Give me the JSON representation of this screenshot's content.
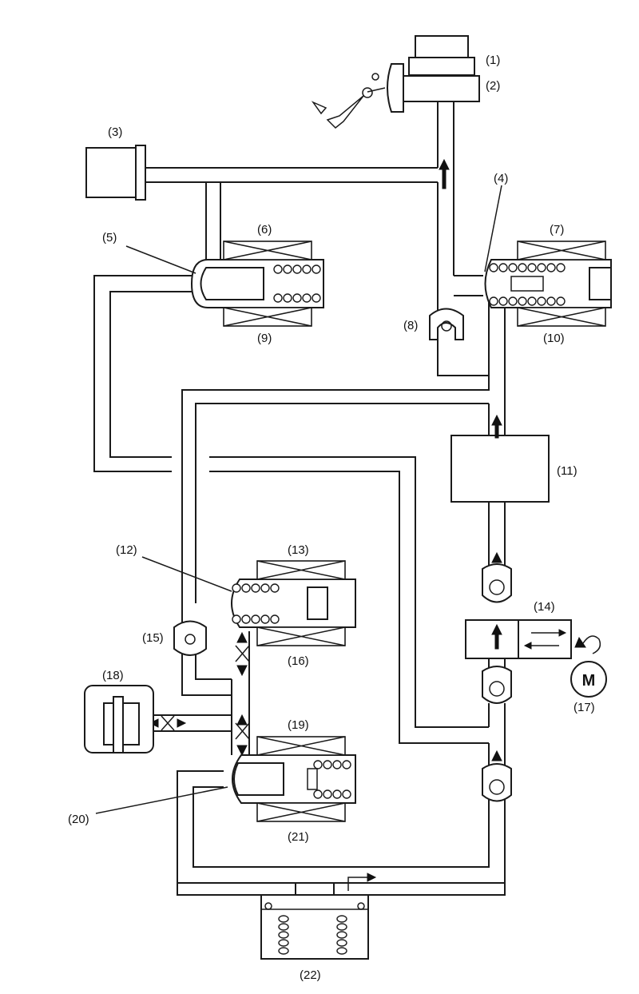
{
  "labels": {
    "l1": "(1)",
    "l2": "(2)",
    "l3": "(3)",
    "l4": "(4)",
    "l5": "(5)",
    "l6": "(6)",
    "l7": "(7)",
    "l8": "(8)",
    "l9": "(9)",
    "l10": "(10)",
    "l11": "(11)",
    "l12": "(12)",
    "l13": "(13)",
    "l14": "(14)",
    "l15": "(15)",
    "l16": "(16)",
    "l17": "(17)",
    "l18": "(18)",
    "l19": "(19)",
    "l20": "(20)",
    "l21": "(21)",
    "l22": "(22)"
  },
  "motor": {
    "symbol": "M"
  }
}
